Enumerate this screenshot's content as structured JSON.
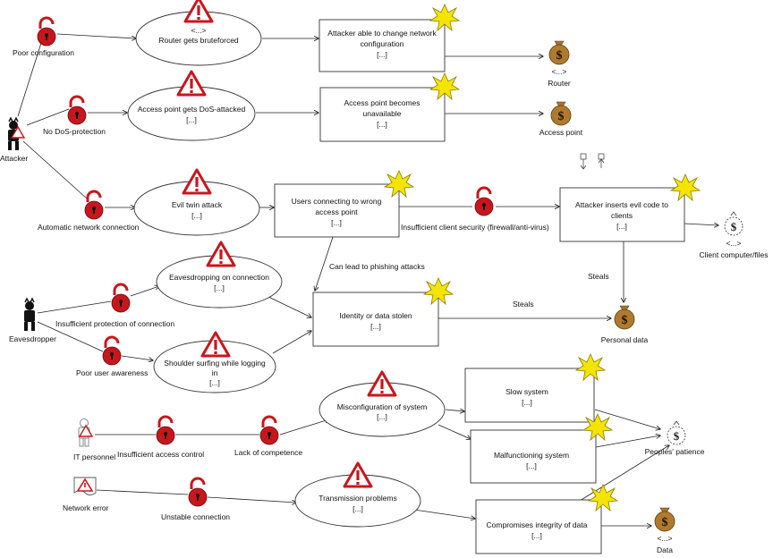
{
  "actors": {
    "attacker": "Attacker",
    "eavesdropper": "Eavesdropper",
    "it_personnel": "IT personnel",
    "network_error": "Network error"
  },
  "vulnerabilities": {
    "poor_configuration": "Poor configuration",
    "no_dos_protection": "No DoS-protection",
    "automatic_network_connection": "Automatic network connection",
    "insufficient_protection": "Insufficient protection of connection",
    "poor_user_awareness": "Poor user awareness",
    "insufficient_client_security": "Insufficient client security (firewall/anti-virus)",
    "insufficient_access_control": "Insufficient access control",
    "lack_of_competence": "Lack of competence",
    "unstable_connection": "Unstable connection"
  },
  "threat_scenarios": {
    "router_bruteforced": {
      "stereotype": "<...>",
      "text": "Router gets bruteforced"
    },
    "ap_dos": {
      "line1": "Access point gets DoS-attacked",
      "more": "[...]"
    },
    "evil_twin": {
      "line1": "Evil twin attack",
      "more": "[...]"
    },
    "eavesdropping": {
      "line1": "Eavesdropping on connection",
      "more": "[...]"
    },
    "shoulder_surfing": {
      "line1": "Shoulder surfing while logging",
      "line2": "in",
      "more": "[...]"
    },
    "misconfiguration": {
      "line1": "Misconfiguration of system",
      "more": "[...]"
    },
    "transmission": {
      "line1": "Transmission problems",
      "more": "[...]"
    }
  },
  "unwanted_incidents": {
    "change_router_config": {
      "line1": "Attacker able to change network",
      "line2": "configuration",
      "more": "[...]"
    },
    "ap_unavailable": {
      "line1": "Access point becomes",
      "line2": "unavailable",
      "more": "[...]"
    },
    "users_wrong_ap": {
      "line1": "Users connecting to wrong",
      "line2": "access point",
      "more": "[...]"
    },
    "inserts_evil_code": {
      "line1": "Attacker inserts evil code to",
      "line2": "clients",
      "more": "[...]"
    },
    "identity_stolen": {
      "line1": "Identity or data stolen",
      "more": "[...]"
    },
    "slow_system": {
      "line1": "Slow system",
      "more": "[...]"
    },
    "malfunctioning_system": {
      "line1": "Malfunctioning system",
      "more": "[...]"
    },
    "compromises_integrity": {
      "line1": "Compromises integrity of data",
      "more": "[...]"
    }
  },
  "assets": {
    "router": {
      "stereotype": "<...>",
      "name": "Router"
    },
    "access_point": {
      "name": "Access point"
    },
    "client_files": {
      "stereotype": "<...>",
      "name": "Client computer/files"
    },
    "personal_data": {
      "name": "Personal data"
    },
    "peoples_patience": {
      "name": "Peoples' patience"
    },
    "data": {
      "stereotype": "<...>",
      "name": "Data"
    }
  },
  "edge_labels": {
    "phishing": "Can lead to phishing attacks",
    "steals_1": "Steals",
    "steals_2": "Steals"
  },
  "colors": {
    "lock_red": "#c8161d",
    "warning_red": "#c8161d",
    "star_yellow": "#f5e400",
    "moneybag_brown": "#a8742a",
    "attacker_black": "#111111"
  }
}
